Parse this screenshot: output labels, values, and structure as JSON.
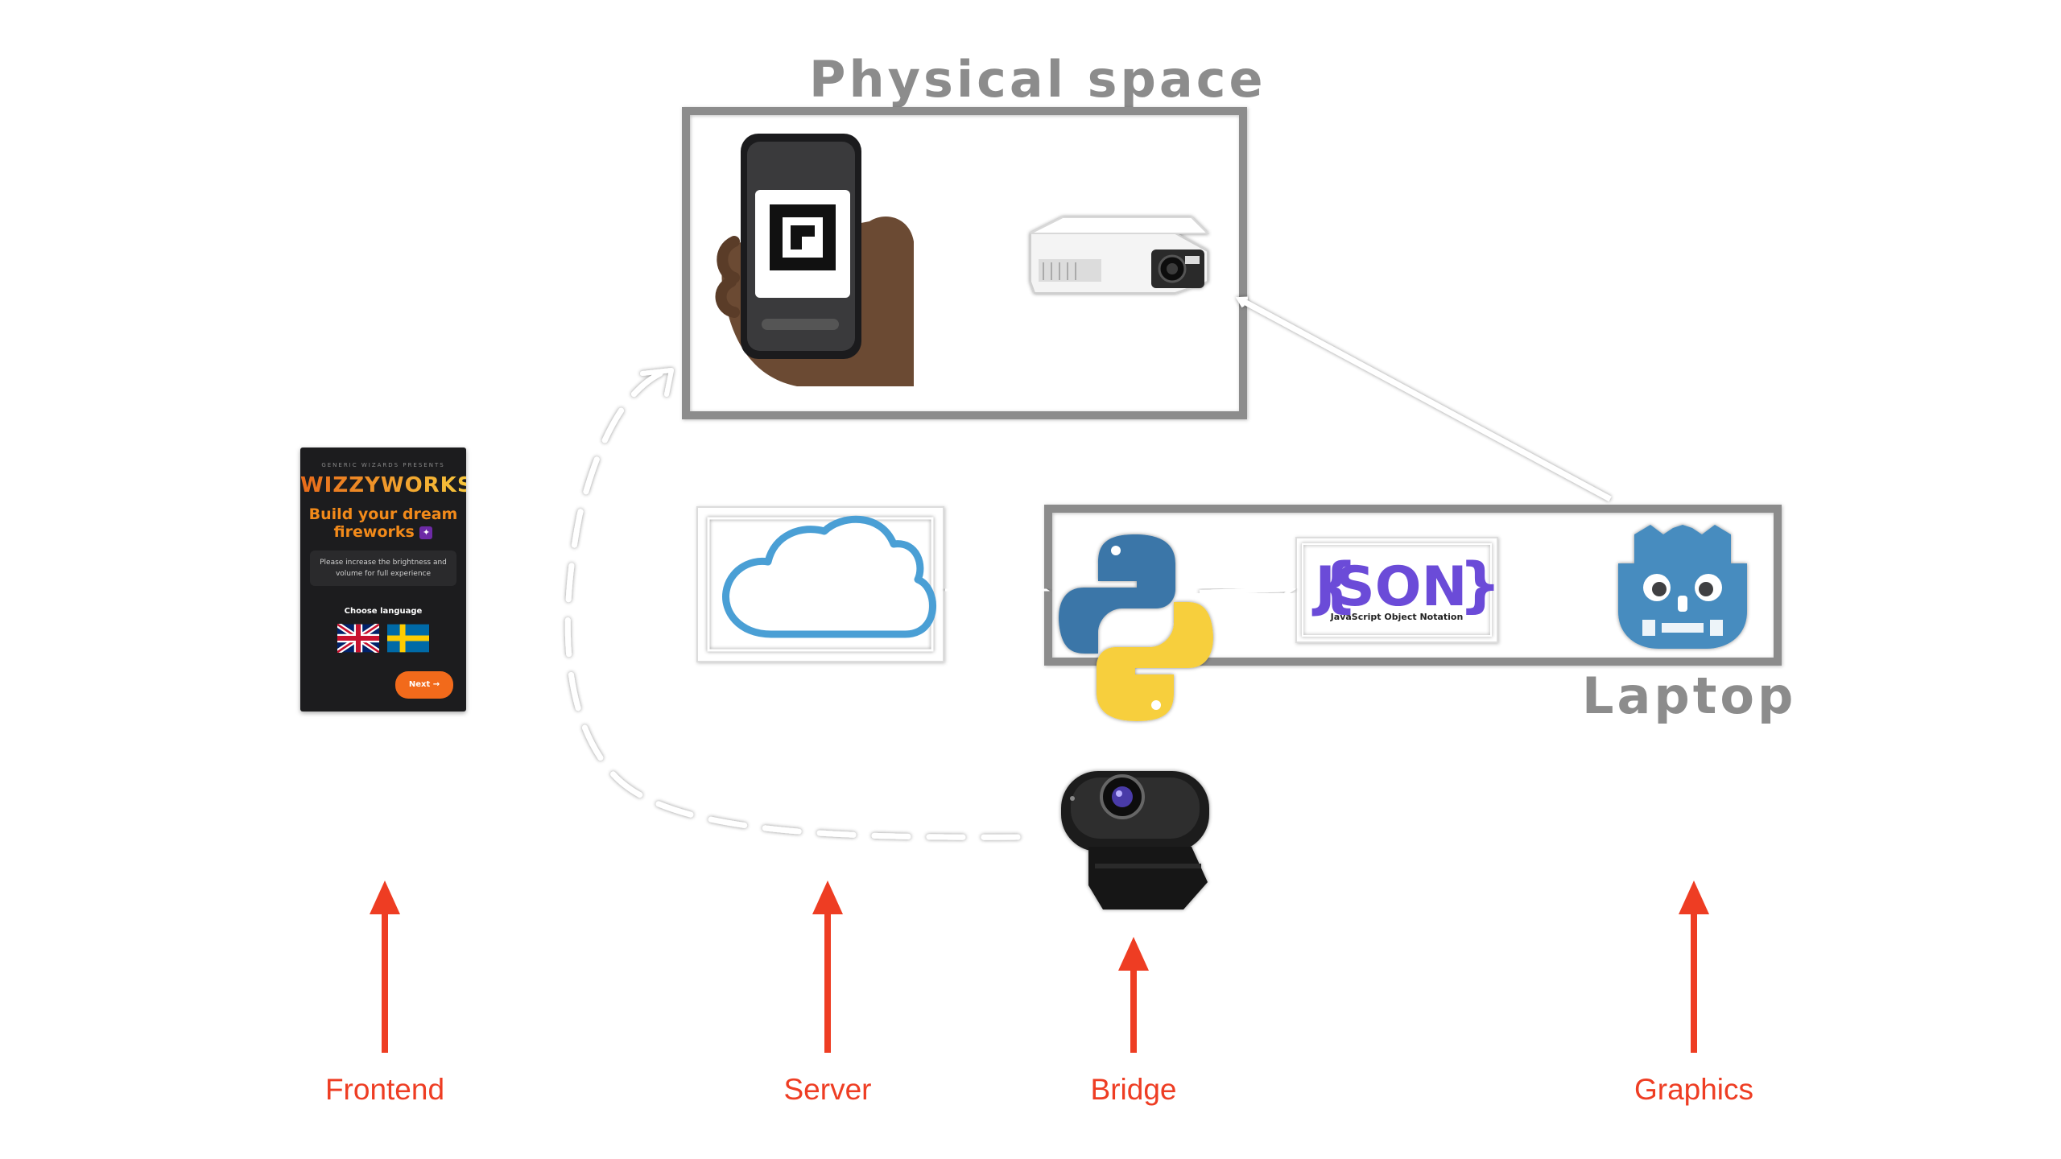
{
  "titles": {
    "physical_space": "Physical space",
    "laptop": "Laptop"
  },
  "labels": {
    "frontend": "Frontend",
    "server": "Server",
    "bridge": "Bridge",
    "graphics": "Graphics"
  },
  "phone_app": {
    "presenter": "GENERIC WIZARDS PRESENTS",
    "brand": "WIZZYWORKS",
    "headline_line1": "Build your dream",
    "headline_line2": "fireworks",
    "notice_line1": "Please increase the brightness and",
    "notice_line2": "volume for full experience",
    "choose_language": "Choose language",
    "next_button": "Next →"
  },
  "json_logo": {
    "text": "JSON",
    "subtitle": "JavaScript Object Notation"
  },
  "colors": {
    "box_border": "#8c8c8c",
    "red_arrow": "#ee3d23",
    "cloud": "#4a9fd5",
    "python_blue": "#3a76a8",
    "python_yellow": "#f7cf3e",
    "godot": "#478cbf",
    "json_purple": "#6b4bd8"
  }
}
